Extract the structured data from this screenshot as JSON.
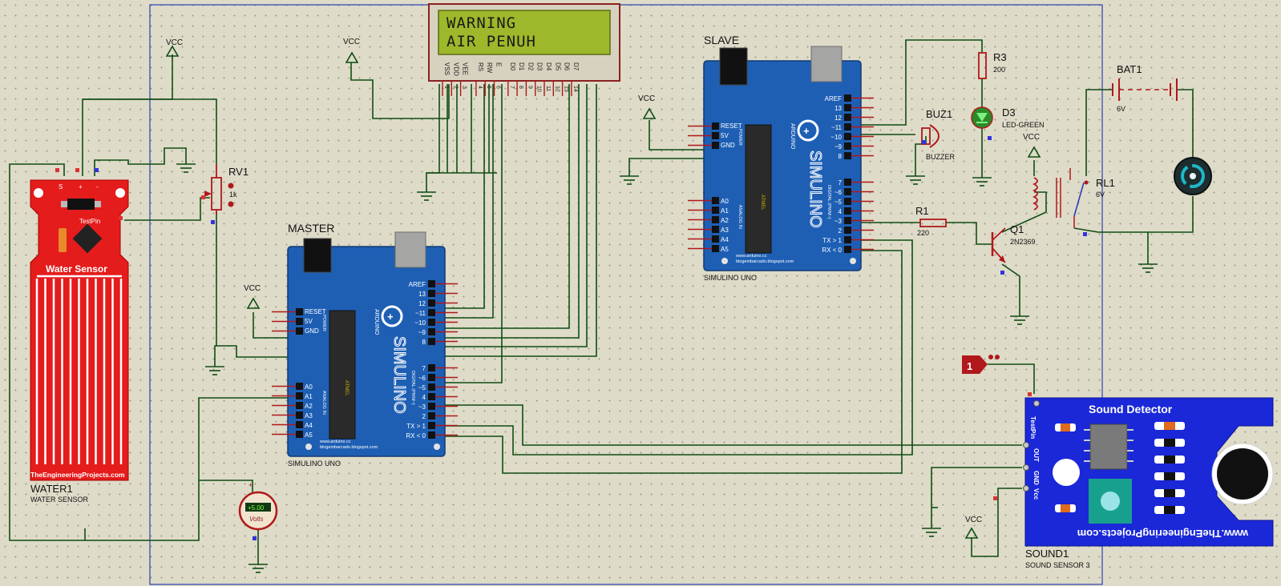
{
  "lcd": {
    "line1": "WARNING",
    "line2": "AIR PENUH",
    "pins": [
      "VSS",
      "VDD",
      "VEE",
      "RS",
      "RW",
      "E",
      "D0",
      "D1",
      "D2",
      "D3",
      "D4",
      "D5",
      "D6",
      "D7"
    ],
    "pin_numbers": [
      "1",
      "2",
      "3",
      "4",
      "5",
      "6",
      "7",
      "8",
      "9",
      "10",
      "11",
      "12",
      "13",
      "14"
    ]
  },
  "vcc_label": "VCC",
  "arduino_master": {
    "label": "MASTER",
    "footer": "SIMULINO UNO",
    "logo": "SIMULINO",
    "brand": "ARDUINO",
    "web1": "www.arduino.cc",
    "web2": "blogembarcado.blogspot.com",
    "power_title": "POWER",
    "analog_title": "ANALOG IN",
    "digital_title": "DIGITAL (PWM~)",
    "chip_text": "ATMEL",
    "power_pins": [
      "RESET",
      "5V",
      "GND"
    ],
    "analog_pins": [
      "A0",
      "A1",
      "A2",
      "A3",
      "A4",
      "A5"
    ],
    "top_pins": [
      "AREF",
      "13",
      "12",
      "~11",
      "~10",
      "~9",
      "8"
    ],
    "bottom_pins": [
      "7",
      "~6",
      "~5",
      "4",
      "~3",
      "2",
      "TX > 1",
      "RX < 0"
    ]
  },
  "arduino_slave": {
    "label": "SLAVE",
    "footer": "SIMULINO UNO"
  },
  "water_sensor": {
    "title": "Water Sensor",
    "pins": [
      "S",
      "+",
      "-"
    ],
    "testpin": "TestPin",
    "site": "TheEngineeringProjects.com",
    "ref": "WATER1",
    "value": "WATER SENSOR"
  },
  "rv1": {
    "ref": "RV1",
    "value": "1k"
  },
  "voltmeter": {
    "reading": "+5.00",
    "unit": "Volts"
  },
  "r3": {
    "ref": "R3",
    "value": "200"
  },
  "d3": {
    "ref": "D3",
    "value": "LED-GREEN"
  },
  "buz1": {
    "ref": "BUZ1",
    "value": "BUZZER"
  },
  "r1": {
    "ref": "R1",
    "value": "220"
  },
  "q1": {
    "ref": "Q1",
    "value": "2N2369"
  },
  "rl1": {
    "ref": "RL1",
    "value": "6V"
  },
  "bat1": {
    "ref": "BAT1",
    "value": "6V"
  },
  "probe": {
    "number": "1"
  },
  "sound_sensor": {
    "title": "Sound Detector",
    "testpin": "TestPin",
    "pins": [
      "OUT",
      "GND",
      "Vcc"
    ],
    "site": "www.TheEngineeringProjects.com",
    "ref": "SOUND1",
    "value": "SOUND SENSOR 3"
  },
  "colors": {
    "wire": "#0f4d12",
    "board_blue": "#1e5fb4",
    "water_red": "#e41c1c",
    "sound_blue": "#1a28d8",
    "lcd_green": "#9db82a",
    "component_red": "#b0181b"
  }
}
